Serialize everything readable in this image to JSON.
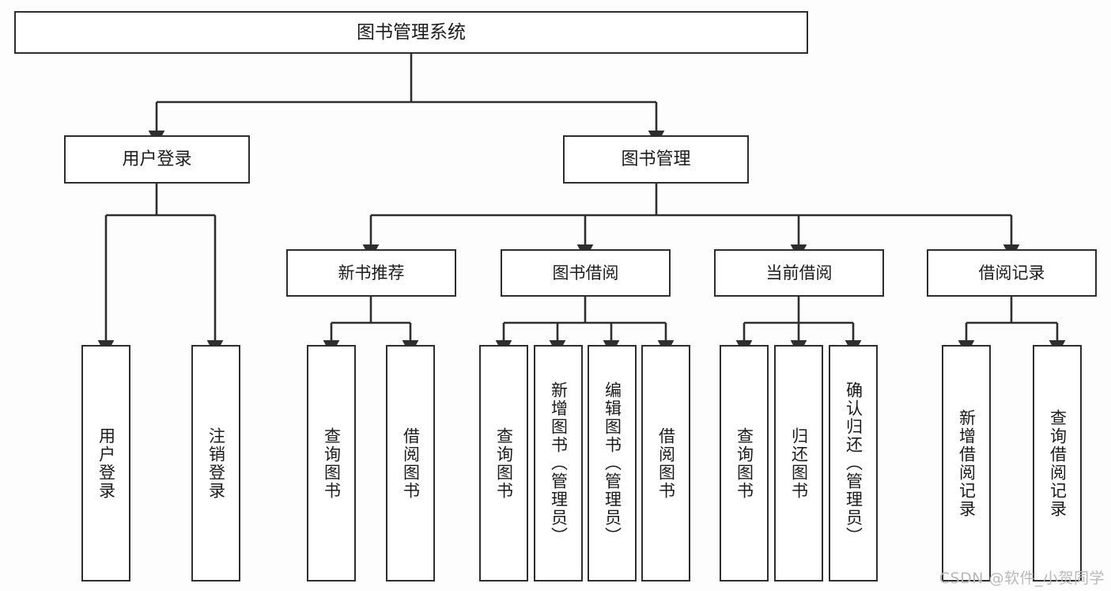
{
  "diagram": {
    "title": "图书管理系统",
    "type": "tree",
    "watermark": "CSDN @软件_小贺同学",
    "colors": {
      "stroke": "#2e2e2e",
      "box_fill": "#ffffff",
      "background": "#fdfdfd",
      "text": "#1b1b1b",
      "watermark": "#b9b9b9"
    },
    "nodes": {
      "root": {
        "label": "图书管理系统"
      },
      "level1": [
        {
          "id": "user-login",
          "label": "用户登录"
        },
        {
          "id": "book-manage",
          "label": "图书管理"
        }
      ],
      "level2": [
        {
          "id": "new-book-rec",
          "label": "新书推荐"
        },
        {
          "id": "book-borrow",
          "label": "图书借阅"
        },
        {
          "id": "current-borrow",
          "label": "当前借阅"
        },
        {
          "id": "borrow-record",
          "label": "借阅记录"
        }
      ],
      "leaves": {
        "user-login": [
          {
            "id": "leaf-user-login",
            "label": "用户登录"
          },
          {
            "id": "leaf-user-logout",
            "label": "注销登录"
          }
        ],
        "new-book-rec": [
          {
            "id": "leaf-query-book-1",
            "label": "查询图书"
          },
          {
            "id": "leaf-borrow-book-1",
            "label": "借阅图书"
          }
        ],
        "book-borrow": [
          {
            "id": "leaf-query-book-2",
            "label": "查询图书"
          },
          {
            "id": "leaf-add-book",
            "label": "新增图书（管理员）"
          },
          {
            "id": "leaf-edit-book",
            "label": "编辑图书（管理员）"
          },
          {
            "id": "leaf-borrow-book-2",
            "label": "借阅图书"
          }
        ],
        "current-borrow": [
          {
            "id": "leaf-query-book-3",
            "label": "查询图书"
          },
          {
            "id": "leaf-return-book",
            "label": "归还图书"
          },
          {
            "id": "leaf-confirm-return",
            "label": "确认归还（管理员）"
          }
        ],
        "borrow-record": [
          {
            "id": "leaf-add-record",
            "label": "新增借阅记录"
          },
          {
            "id": "leaf-query-record",
            "label": "查询借阅记录"
          }
        ]
      }
    }
  }
}
